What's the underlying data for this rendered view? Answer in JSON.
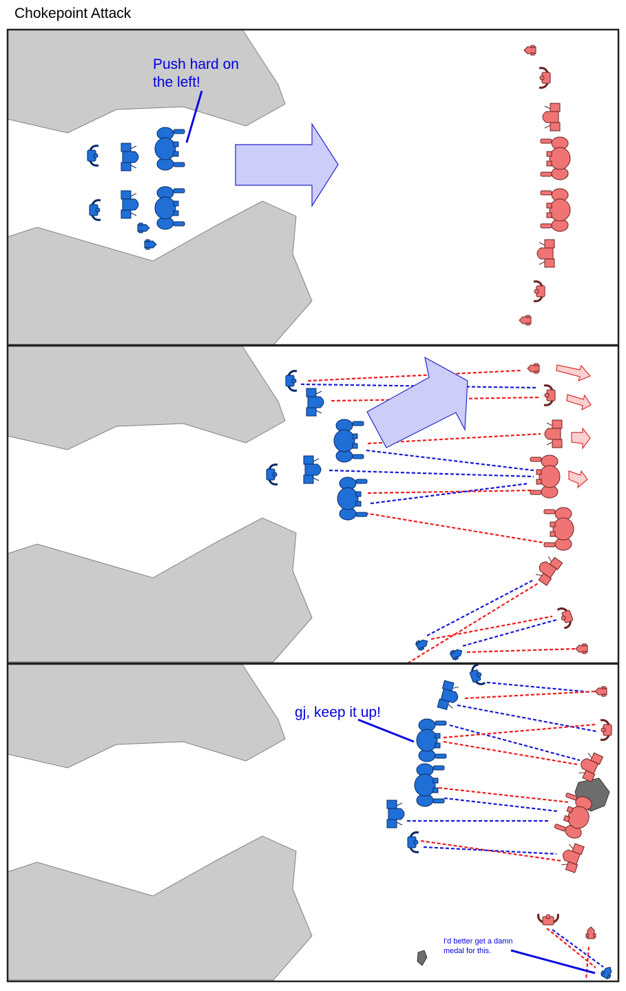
{
  "title": "Chokepoint Attack",
  "colors": {
    "friendly": "#1f6fd6",
    "enemy": "#f07474",
    "terrain": "#cbcbcb",
    "friendly_fire": "#1717d6",
    "enemy_fire": "#ee1c1c",
    "advance_arrow": "#cdcdfa",
    "retreat_arrow": "#fdd0d0",
    "callout_text": "#0000dd"
  },
  "panels": [
    {
      "id": "panel-1",
      "callouts": [
        {
          "lines": [
            "Push hard on",
            "the left!"
          ]
        }
      ],
      "friendly_units": [
        {
          "type": "scout"
        },
        {
          "type": "tank"
        },
        {
          "type": "heavy"
        },
        {
          "type": "scout"
        },
        {
          "type": "tank"
        },
        {
          "type": "heavy"
        },
        {
          "type": "drone"
        },
        {
          "type": "drone"
        }
      ],
      "enemy_units": [
        {
          "type": "drone"
        },
        {
          "type": "scout"
        },
        {
          "type": "tank"
        },
        {
          "type": "heavy"
        },
        {
          "type": "heavy"
        },
        {
          "type": "tank"
        },
        {
          "type": "scout"
        },
        {
          "type": "drone"
        }
      ],
      "arrows": [
        {
          "kind": "advance",
          "direction": "right"
        }
      ]
    },
    {
      "id": "panel-2",
      "callouts": [],
      "arrows": [
        {
          "kind": "advance",
          "direction": "up-right"
        },
        {
          "kind": "retreat",
          "direction": "right"
        },
        {
          "kind": "retreat",
          "direction": "right"
        },
        {
          "kind": "retreat",
          "direction": "right"
        },
        {
          "kind": "retreat",
          "direction": "right"
        }
      ]
    },
    {
      "id": "panel-3",
      "callouts": [
        {
          "lines": [
            "gj, keep it up!"
          ]
        },
        {
          "lines": [
            "I'd better get a damn",
            "medal for this."
          ]
        }
      ]
    }
  ]
}
